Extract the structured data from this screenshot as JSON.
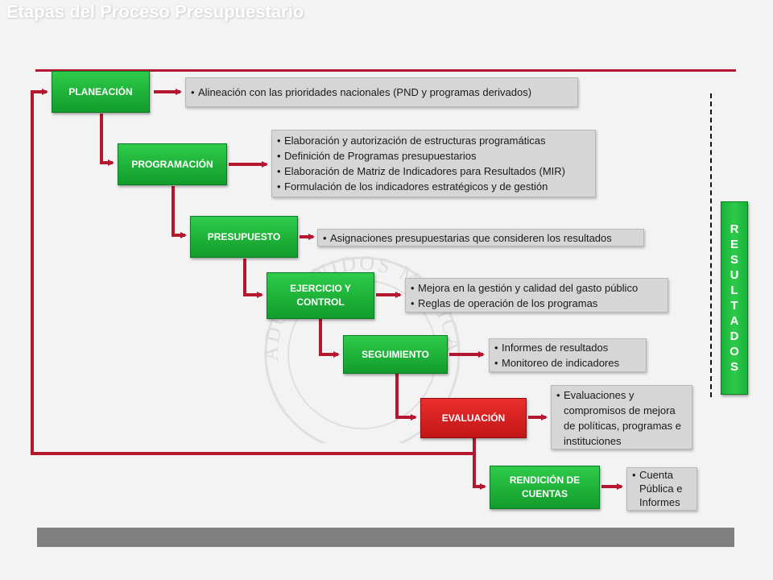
{
  "title": "Etapas del Proceso Presupuestario",
  "colors": {
    "stage": "#1fb83c",
    "highlight": "#d91f1f",
    "connector": "#b5172f",
    "note_bg": "#d6d6d6"
  },
  "watermark": "ESTADOS UNIDOS MEXICANOS",
  "stages": [
    {
      "label": "PLANEACIÓN",
      "notes": [
        "Alineación con las prioridades nacionales (PND y programas derivados)"
      ]
    },
    {
      "label": "PROGRAMACIÓN",
      "notes": [
        "Elaboración y autorización de estructuras programáticas",
        "Definición de Programas presupuestarios",
        "Elaboración de Matriz de Indicadores para Resultados (MIR)",
        "Formulación de los indicadores estratégicos y de gestión"
      ]
    },
    {
      "label": "PRESUPUESTO",
      "notes": [
        "Asignaciones presupuestarias que consideren los resultados"
      ]
    },
    {
      "label": "EJERCICIO Y CONTROL",
      "notes": [
        "Mejora en la gestión y calidad del gasto público",
        "Reglas  de operación de los programas"
      ]
    },
    {
      "label": "SEGUIMIENTO",
      "notes": [
        "Informes de resultados",
        "Monitoreo de indicadores"
      ]
    },
    {
      "label": "EVALUACIÓN",
      "notes": [
        "Evaluaciones y compromisos de mejora de políticas, programas e instituciones"
      ]
    },
    {
      "label": "RENDICIÓN DE CUENTAS",
      "notes": [
        "Cuenta Pública e Informes"
      ]
    }
  ],
  "results_letters": [
    "R",
    "E",
    "S",
    "U",
    "L",
    "T",
    "A",
    "D",
    "O",
    "S"
  ]
}
